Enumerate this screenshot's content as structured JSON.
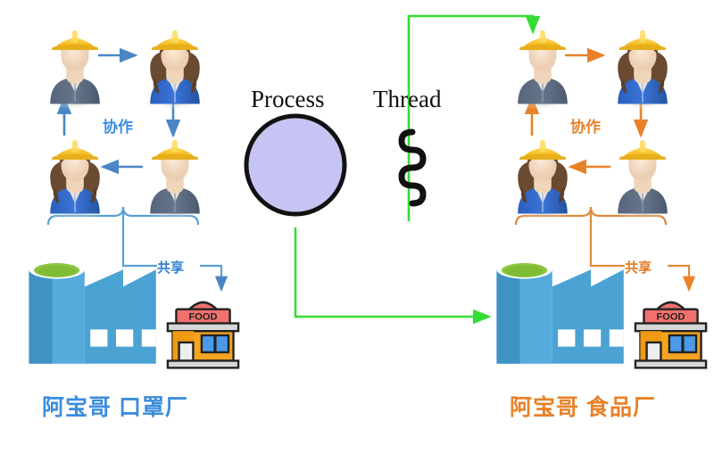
{
  "diagram": {
    "title_center_left": "Process",
    "title_center_right": "Thread",
    "process_circle_color": "#c5c4f2",
    "thread_squiggle_color": "#111111",
    "cross_link_color": "#33dd33"
  },
  "left_group": {
    "name": "阿宝哥 口罩厂",
    "accent_color": "#3c8ddd",
    "collaboration_label": "协作",
    "share_label": "共享",
    "shop_sign": "FOOD",
    "workers": [
      {
        "id": "worker-top-left",
        "gender": "male",
        "hat": "yellow",
        "shirt": "#5a6b80"
      },
      {
        "id": "worker-top-right",
        "gender": "female",
        "hat": "yellow",
        "shirt": "#2d66c6"
      },
      {
        "id": "worker-bottom-right",
        "gender": "male",
        "hat": "yellow",
        "shirt": "#5a6b80"
      },
      {
        "id": "worker-bottom-left",
        "gender": "female",
        "hat": "yellow",
        "shirt": "#2d66c6"
      }
    ]
  },
  "right_group": {
    "name": "阿宝哥 食品厂",
    "accent_color": "#e8812a",
    "collaboration_label": "协作",
    "share_label": "共享",
    "shop_sign": "FOOD",
    "workers": [
      {
        "id": "worker-top-left",
        "gender": "male",
        "hat": "yellow",
        "shirt": "#5a6b80"
      },
      {
        "id": "worker-top-right",
        "gender": "female",
        "hat": "yellow",
        "shirt": "#2d66c6"
      },
      {
        "id": "worker-bottom-right",
        "gender": "male",
        "hat": "yellow",
        "shirt": "#5a6b80"
      },
      {
        "id": "worker-bottom-left",
        "gender": "female",
        "hat": "yellow",
        "shirt": "#2d66c6"
      }
    ]
  },
  "factory": {
    "body_color": "#4ba3d3",
    "chimney_dark": "#3a8fc0",
    "chimney_top": "#8cc63f",
    "window_color": "#ffffff"
  },
  "shop": {
    "body_color": "#f4a41f",
    "sign_color": "#f0716d",
    "awning_color": "#d7d7d7",
    "window_color": "#4a9ae8",
    "outline_color": "#222222"
  }
}
